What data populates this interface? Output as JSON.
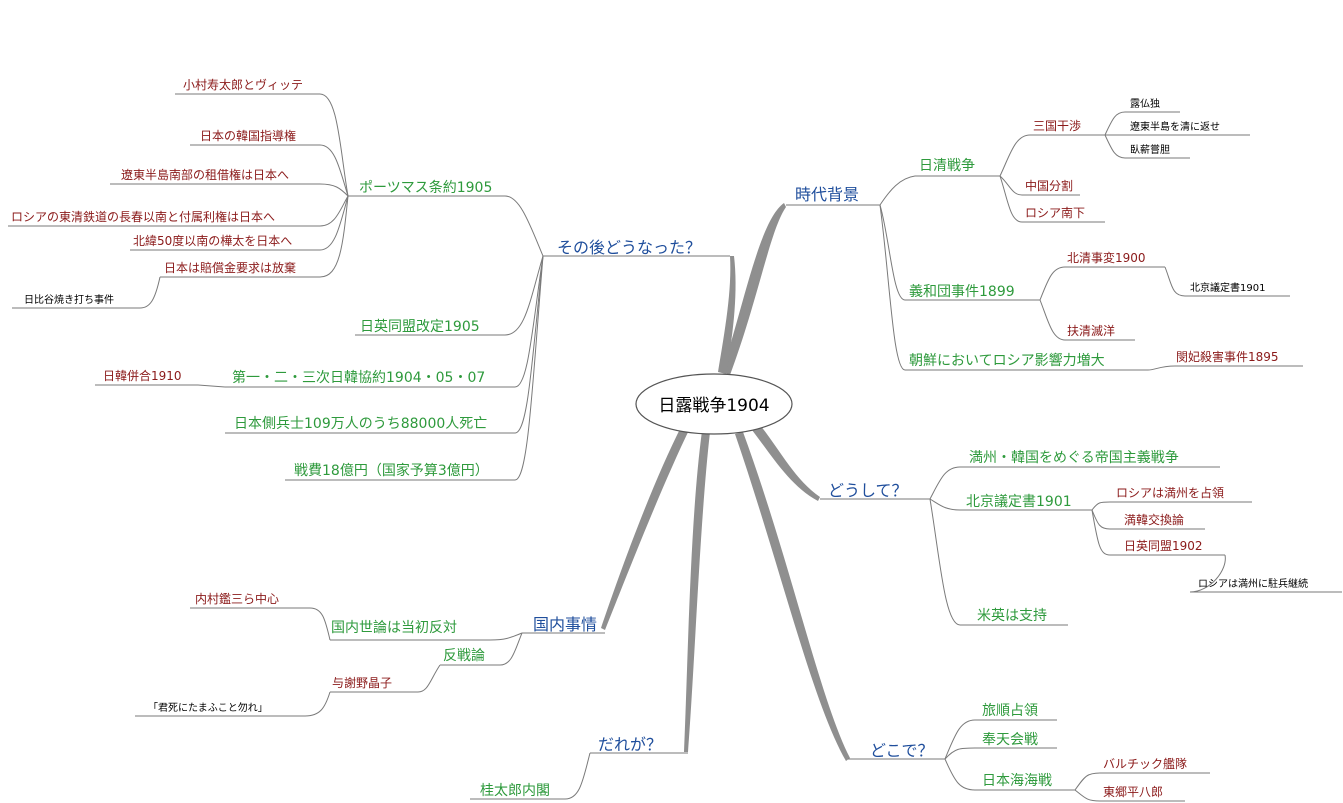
{
  "center": {
    "label": "日露戦争1904"
  },
  "colors": {
    "level1": "#1f4e9c",
    "level2": "#2e9a3c",
    "level3": "#8b1a1a",
    "level4": "#000000",
    "branch": "#8f8f8f",
    "line": "#7a7a7a"
  },
  "branches": {
    "jidai": {
      "label": "時代背景",
      "nissin": {
        "label": "日清戦争",
        "sangoku": {
          "label": "三国干渉",
          "items": [
            "露仏独",
            "遼東半島を清に返せ",
            "臥薪嘗胆"
          ]
        },
        "chugoku": "中国分割",
        "nanka": "ロシア南下"
      },
      "giwadan": {
        "label": "義和団事件1899",
        "hokushin": {
          "label": "北清事変1900",
          "item": "北京議定書1901"
        },
        "fushin": "扶清滅洋"
      },
      "chosen": {
        "label": "朝鮮においてロシア影響力増大",
        "item": "閔妃殺害事件1895"
      }
    },
    "doshite": {
      "label": "どうして？",
      "manshu": "満州・韓国をめぐる帝国主義戦争",
      "pekin": {
        "label": "北京議定書1901",
        "items": [
          "ロシアは満州を占領",
          "満韓交換論",
          "日英同盟1902"
        ],
        "sub": "ロシアは満州に駐兵継続"
      },
      "beiei": "米英は支持"
    },
    "dokode": {
      "label": "どこで？",
      "ryojun": "旅順占領",
      "hoten": "奉天会戦",
      "nihonkai": {
        "label": "日本海海戦",
        "items": [
          "バルチック艦隊",
          "東郷平八郎"
        ]
      }
    },
    "dareka": {
      "label": "だれが？",
      "item": "桂太郎内閣"
    },
    "kokunai": {
      "label": "国内事情",
      "seron": {
        "label": "国内世論は当初反対",
        "item": "内村鑑三ら中心"
      },
      "hansen": {
        "label": "反戦論",
        "yosano": {
          "label": "与謝野晶子",
          "item": "「君死にたまふこと勿れ」"
        }
      }
    },
    "sonogo": {
      "label": "その後どうなった？",
      "portsmouth": {
        "label": "ポーツマス条約1905",
        "items": [
          "小村寿太郎とヴィッテ",
          "日本の韓国指導権",
          "遼東半島南部の租借権は日本へ",
          "ロシアの東清鉄道の長春以南と付属利権は日本へ",
          "北緯50度以南の樺太を日本へ",
          "日本は賠償金要求は放棄"
        ],
        "sub": "日比谷焼き打ち事件"
      },
      "nichiei": "日英同盟改定1905",
      "nikkan": {
        "label": "第一・二・三次日韓協約1904・05・07",
        "item": "日韓併合1910"
      },
      "shisha": "日本側兵士109万人のうち88000人死亡",
      "senpi": "戦費18億円（国家予算3億円）"
    }
  }
}
